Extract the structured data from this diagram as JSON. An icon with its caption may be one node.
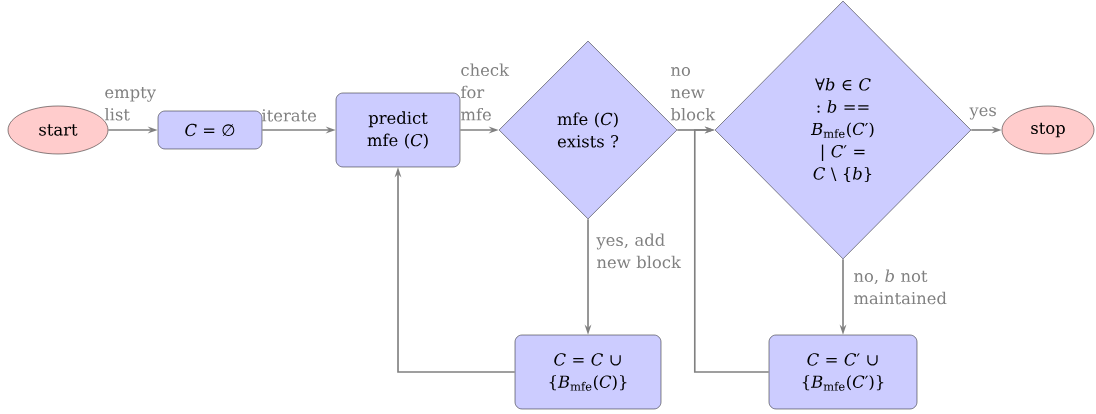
{
  "diagram": {
    "nodes": [
      {
        "text": [
          "start"
        ]
      },
      {
        "text": [
          "*C* = ∅"
        ]
      },
      {
        "text": [
          "predict mfe (*C*)"
        ]
      },
      {
        "text": [
          "mfe (*C*) exists ?"
        ]
      },
      {
        "text": [
          "∀*b* ∈ *C* : *b* == *B*$_{mfe}$(*C*′) | *C*′ = *C* \\ {*b*}"
        ]
      },
      {
        "text": [
          "stop"
        ]
      },
      {
        "text": [
          "*C* = *C* ∪ {*B*$_{mfe}$(*C*)}"
        ]
      },
      {
        "text": [
          "*C* = *C*′ ∪ {*B*$_{mfe}$(*C*′)}"
        ]
      }
    ],
    "edges": [
      {
        "from": 0,
        "to": 1,
        "arrow": "to",
        "label": "empty list"
      },
      {
        "from": 1,
        "to": 2,
        "arrow": "to",
        "label": "iterate"
      },
      {
        "from": 2,
        "to": 3,
        "arrow": "to",
        "label": "check for mfe"
      },
      {
        "from": 3,
        "to": 4,
        "arrow": "to",
        "label": "no new block"
      },
      {
        "from": 4,
        "to": 5,
        "arrow": "to",
        "label": "yes"
      },
      {
        "from": 3,
        "to": 6,
        "arrow": "to",
        "label": "yes, add new block"
      },
      {
        "from": 4,
        "to": 7,
        "arrow": "to",
        "label": "no, *b* not maintained"
      },
      {
        "from": 6,
        "to": 2,
        "arrow": "to"
      },
      {
        "from": 7,
        "to": 4,
        "arrow": "to"
      }
    ]
  }
}
